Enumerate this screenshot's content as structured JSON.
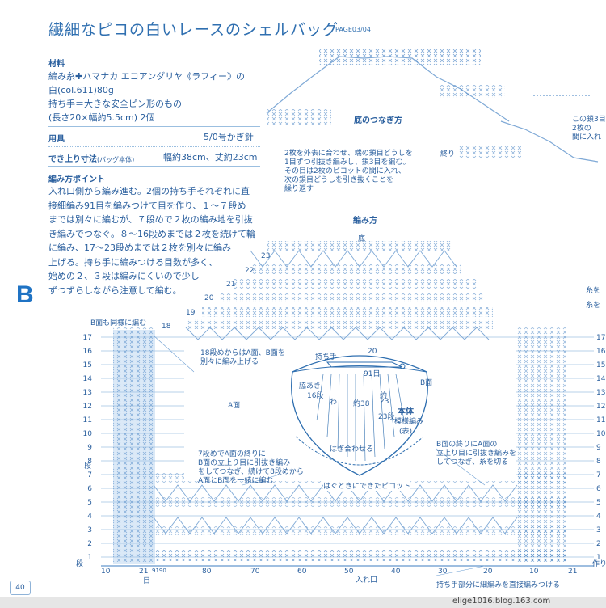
{
  "header": {
    "title": "繊細なピコの白いレースのシェルバッグ",
    "page_ref": "PAGE03/04"
  },
  "materials": {
    "heading": "材料",
    "yarn_line1": "編み糸",
    "yarn_line1b": "ハマナカ エコアンダリヤ《ラフィー》の",
    "yarn_line2": "白(col.611)80g",
    "handle_line1": "持ち手＝大きな安全ピン形のもの",
    "handle_line2": "(長さ20×幅約5.5cm) 2個"
  },
  "tools": {
    "label": "用具",
    "value": "5/0号かぎ針"
  },
  "finished": {
    "label": "でき上り寸法",
    "sub": "(バッグ本体)",
    "value": "幅約38cm、丈約23cm"
  },
  "points": {
    "heading": "編み方ポイント",
    "lines": [
      "入れ口側から編み進む。2個の持ち手それぞれに直",
      "接細編み91目を編みつけて目を作り、１～７段め",
      "までは別々に編むが、７段めで２枚の編み地を引抜",
      "き編みでつなぐ。８～16段めまでは２枚を続けて輪",
      "に編み、17～23段めまでは２枚を別々に編み",
      "上げる。持ち手に編みつける目数が多く、",
      "始めの２、３段は編みにくいので少し",
      "ずつずらしながら注意して編む。"
    ]
  },
  "section_letter": "B",
  "bottom_join": {
    "heading": "底のつなぎ方",
    "lines": [
      "2枚を外表に合わせ、端の鎖目どうしを",
      "1目ずつ引抜き編みし、鎖3目を編む。",
      "その目は2枚のピコットの間に入れ、",
      "次の鎖目どうしを引き抜くことを",
      "繰り返す"
    ],
    "end_label": "終り",
    "side_note": [
      "この鎖3目",
      "2枚の",
      "間に入れ"
    ]
  },
  "pattern": {
    "heading": "編み方",
    "bottom_label": "底",
    "b_also": "B面も同様に編む",
    "note_18": [
      "18段めからはA面、B面を",
      "別々に編み上げる"
    ],
    "a_face": "A面",
    "note_7": [
      "7段めでA面の終りに",
      "B面の立上り目に引抜き編み",
      "をしてつなぎ、続けて8段めから",
      "A面とB面を一緒に編む"
    ],
    "note_b_end": [
      "B面の終りにA面の",
      "立上り目に引抜き編みを",
      "してつなぎ、糸を切る"
    ],
    "picot_note": "はぐときにできたピコット",
    "entry": "入れ口",
    "handle_note": "持ち手部分に細編みを直接編みつける",
    "start_label": "作り",
    "dan": "段",
    "me": "目",
    "left_rows": [
      "17",
      "16",
      "15",
      "14",
      "13",
      "12",
      "11",
      "10",
      "9",
      "8",
      "7",
      "6",
      "5",
      "4",
      "3",
      "2",
      "1"
    ],
    "right_rows": [
      "17",
      "16",
      "15",
      "14",
      "13",
      "12",
      "11",
      "10",
      "9",
      "8",
      "7",
      "6",
      "5",
      "4",
      "3",
      "2",
      "1"
    ],
    "top_rows": [
      "23",
      "22",
      "21",
      "20",
      "19",
      "18"
    ],
    "bottom_ticks": [
      "10",
      "21",
      "9190",
      "80",
      "70",
      "60",
      "50",
      "40",
      "30",
      "20",
      "10",
      "21"
    ],
    "legend": [
      "糸を",
      "糸を"
    ]
  },
  "schematic": {
    "handle": "持ち手",
    "w20": "20",
    "stitch91": "91目",
    "side": "脇あき",
    "b_face": "B面",
    "wa": "わ",
    "rows16": "16段",
    "approx38": "約38",
    "approx": "約",
    "h23": "23",
    "rows23": "23段",
    "body": "本体",
    "pattern_name": "模様編み",
    "front": "(表)",
    "seam": "はぎ合わせる"
  },
  "footer": {
    "page_number": "40",
    "site": "elige1016.blog.163.com"
  }
}
